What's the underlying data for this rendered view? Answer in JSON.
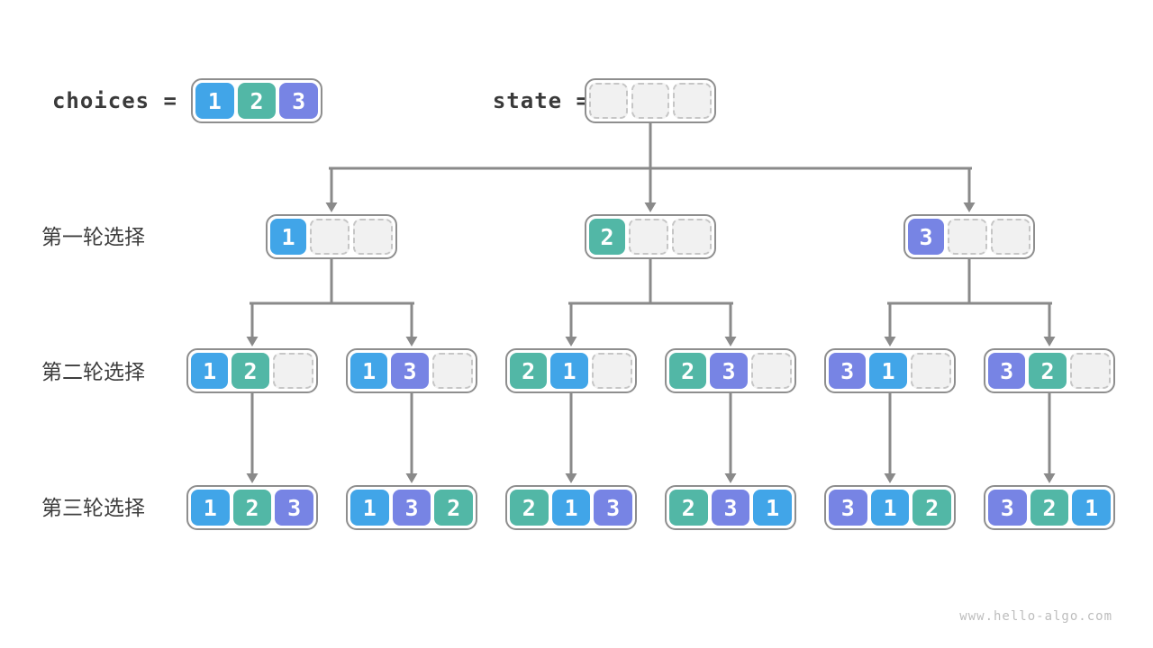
{
  "legend": {
    "choices": "choices =",
    "state": "state ="
  },
  "row_labels": [
    "第一轮选择",
    "第二轮选择",
    "第三轮选择"
  ],
  "watermark": "www.hello-algo.com",
  "colors": {
    "choice_1_blue": "#41a5e8",
    "choice_2_teal": "#52b7a6",
    "choice_3_purple": "#7784e4",
    "empty_cell": "#f1f1f1",
    "box_border": "#8e8e8e",
    "arrow": "#8a8a8a",
    "label_text": "#3e3e3e"
  },
  "arrays": {
    "choices": [
      "1",
      "2",
      "3"
    ],
    "state": [
      "",
      "",
      ""
    ],
    "l1": [
      [
        "1",
        "",
        ""
      ],
      [
        "2",
        "",
        ""
      ],
      [
        "3",
        "",
        ""
      ]
    ],
    "l2": [
      [
        "1",
        "2",
        ""
      ],
      [
        "1",
        "3",
        ""
      ],
      [
        "2",
        "1",
        ""
      ],
      [
        "2",
        "3",
        ""
      ],
      [
        "3",
        "1",
        ""
      ],
      [
        "3",
        "2",
        ""
      ]
    ],
    "l3": [
      [
        "1",
        "2",
        "3"
      ],
      [
        "1",
        "3",
        "2"
      ],
      [
        "2",
        "1",
        "3"
      ],
      [
        "2",
        "3",
        "1"
      ],
      [
        "3",
        "1",
        "2"
      ],
      [
        "3",
        "2",
        "1"
      ]
    ]
  }
}
